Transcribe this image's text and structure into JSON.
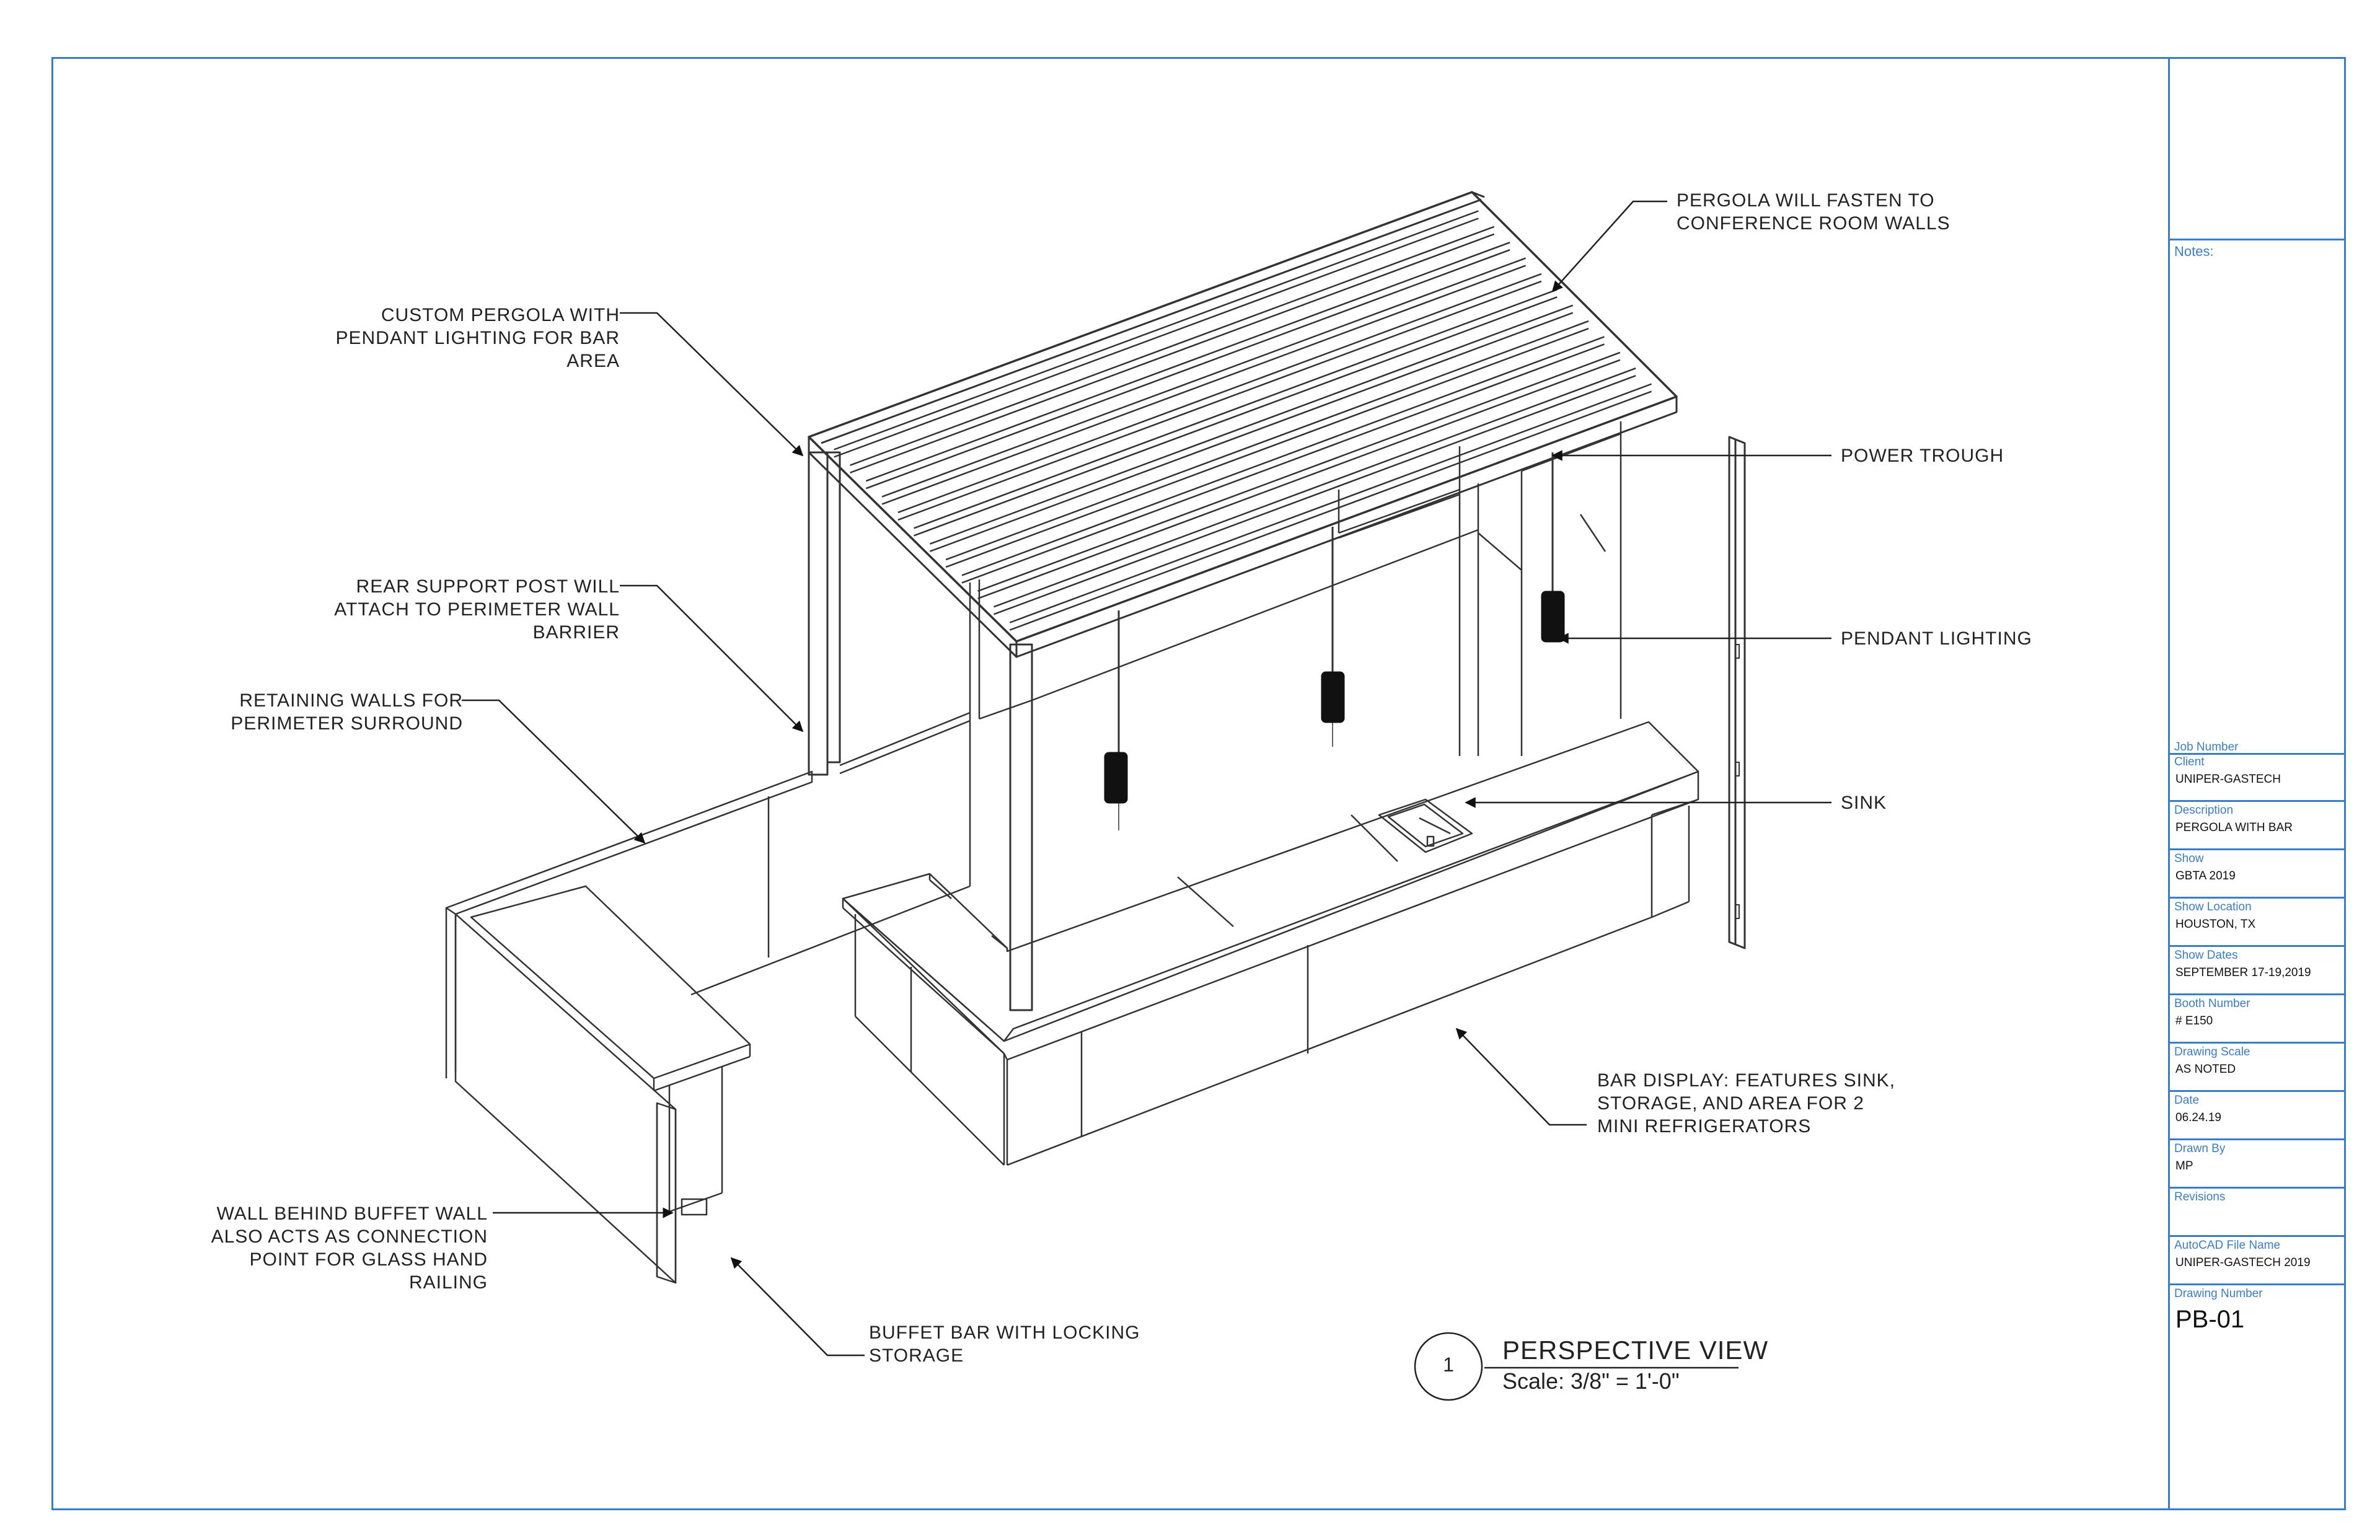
{
  "sheet": {
    "border_color": "#3a7cc7",
    "line_color": "#222222"
  },
  "callouts": {
    "pergola_fasten": "PERGOLA WILL FASTEN TO\nCONFERENCE ROOM WALLS",
    "custom_pergola": "CUSTOM PERGOLA WITH\nPENDANT LIGHTING FOR BAR\nAREA",
    "power_trough": "POWER TROUGH",
    "rear_support": "REAR SUPPORT POST WILL\nATTACH TO PERIMETER WALL\nBARRIER",
    "pendant_lighting": "PENDANT LIGHTING",
    "retaining_walls": "RETAINING WALLS FOR\nPERIMETER SURROUND",
    "sink": "SINK",
    "bar_display": "BAR DISPLAY: FEATURES SINK,\nSTORAGE, AND AREA FOR 2\nMINI REFRIGERATORS",
    "wall_behind": "WALL BEHIND BUFFET WALL\nALSO ACTS AS CONNECTION\nPOINT FOR GLASS HAND\nRAILING",
    "buffet_bar": "BUFFET BAR WITH LOCKING\nSTORAGE"
  },
  "view": {
    "number": "1",
    "title": "PERSPECTIVE VIEW",
    "scale": "Scale: 3/8\" = 1'-0\""
  },
  "title_block": {
    "notes_label": "Notes:",
    "fields": [
      {
        "label": "Job Number",
        "value": ""
      },
      {
        "label": "Client",
        "value": "UNIPER-GASTECH"
      },
      {
        "label": "Description",
        "value": "PERGOLA WITH BAR"
      },
      {
        "label": "Show",
        "value": "GBTA 2019"
      },
      {
        "label": "Show Location",
        "value": "HOUSTON, TX"
      },
      {
        "label": "Show Dates",
        "value": "SEPTEMBER 17-19,2019"
      },
      {
        "label": "Booth Number",
        "value": "# E150"
      },
      {
        "label": "Drawing Scale",
        "value": "AS NOTED"
      },
      {
        "label": "Date",
        "value": "06.24.19"
      },
      {
        "label": "Drawn By",
        "value": "MP"
      },
      {
        "label": "Revisions",
        "value": ""
      },
      {
        "label": "AutoCAD File Name",
        "value": "UNIPER-GASTECH 2019"
      },
      {
        "label": "Drawing Number",
        "value": "PB-01"
      }
    ]
  }
}
